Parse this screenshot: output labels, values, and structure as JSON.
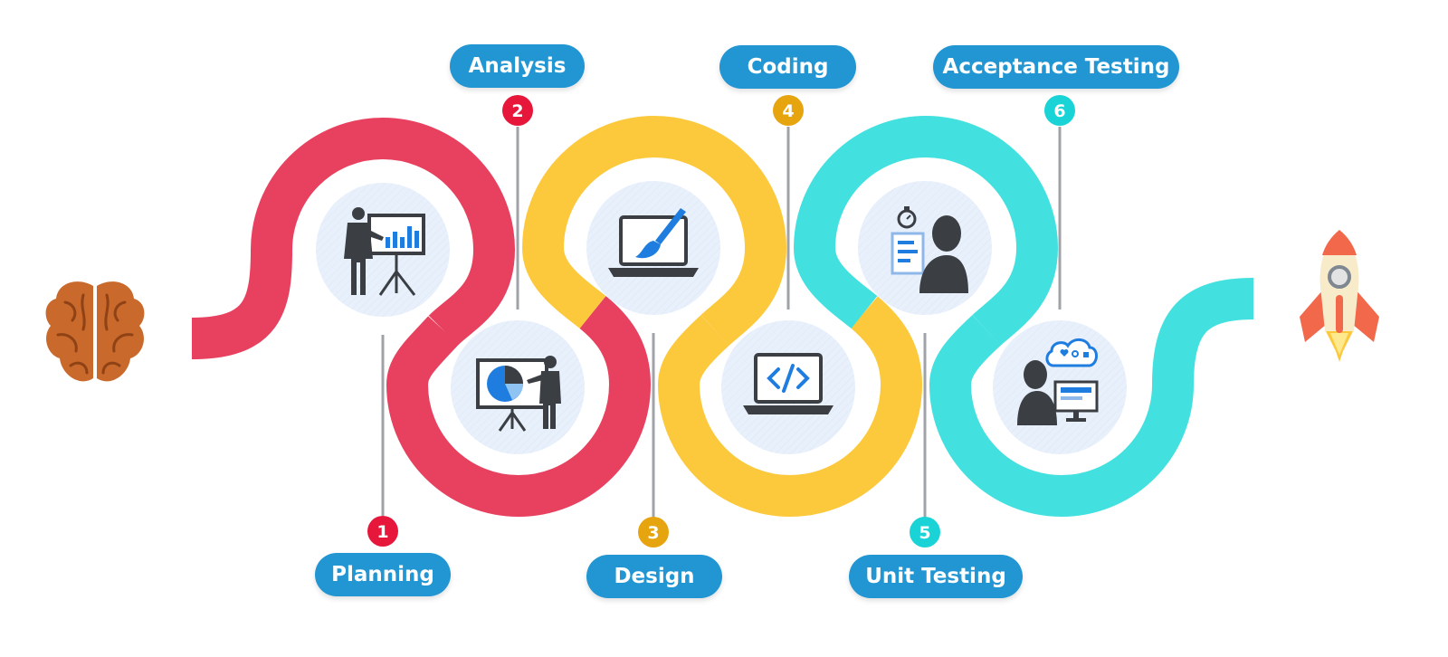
{
  "colors": {
    "red": "#e8405f",
    "yellow": "#fcc93d",
    "teal": "#42e0df",
    "label_bg": "#2196d3",
    "badge_red": "#e6173a",
    "badge_yellow": "#e6a40f",
    "badge_teal": "#19d3d6",
    "icon_bg": "#e8f0fb",
    "brain": "#c9692b",
    "rocket": "#f2684a"
  },
  "steps": [
    {
      "number": "1",
      "label": "Planning"
    },
    {
      "number": "2",
      "label": "Analysis"
    },
    {
      "number": "3",
      "label": "Design"
    },
    {
      "number": "4",
      "label": "Coding"
    },
    {
      "number": "5",
      "label": "Unit Testing"
    },
    {
      "number": "6",
      "label": "Acceptance Testing"
    }
  ],
  "start_icon": "brain-icon",
  "end_icon": "rocket-icon"
}
